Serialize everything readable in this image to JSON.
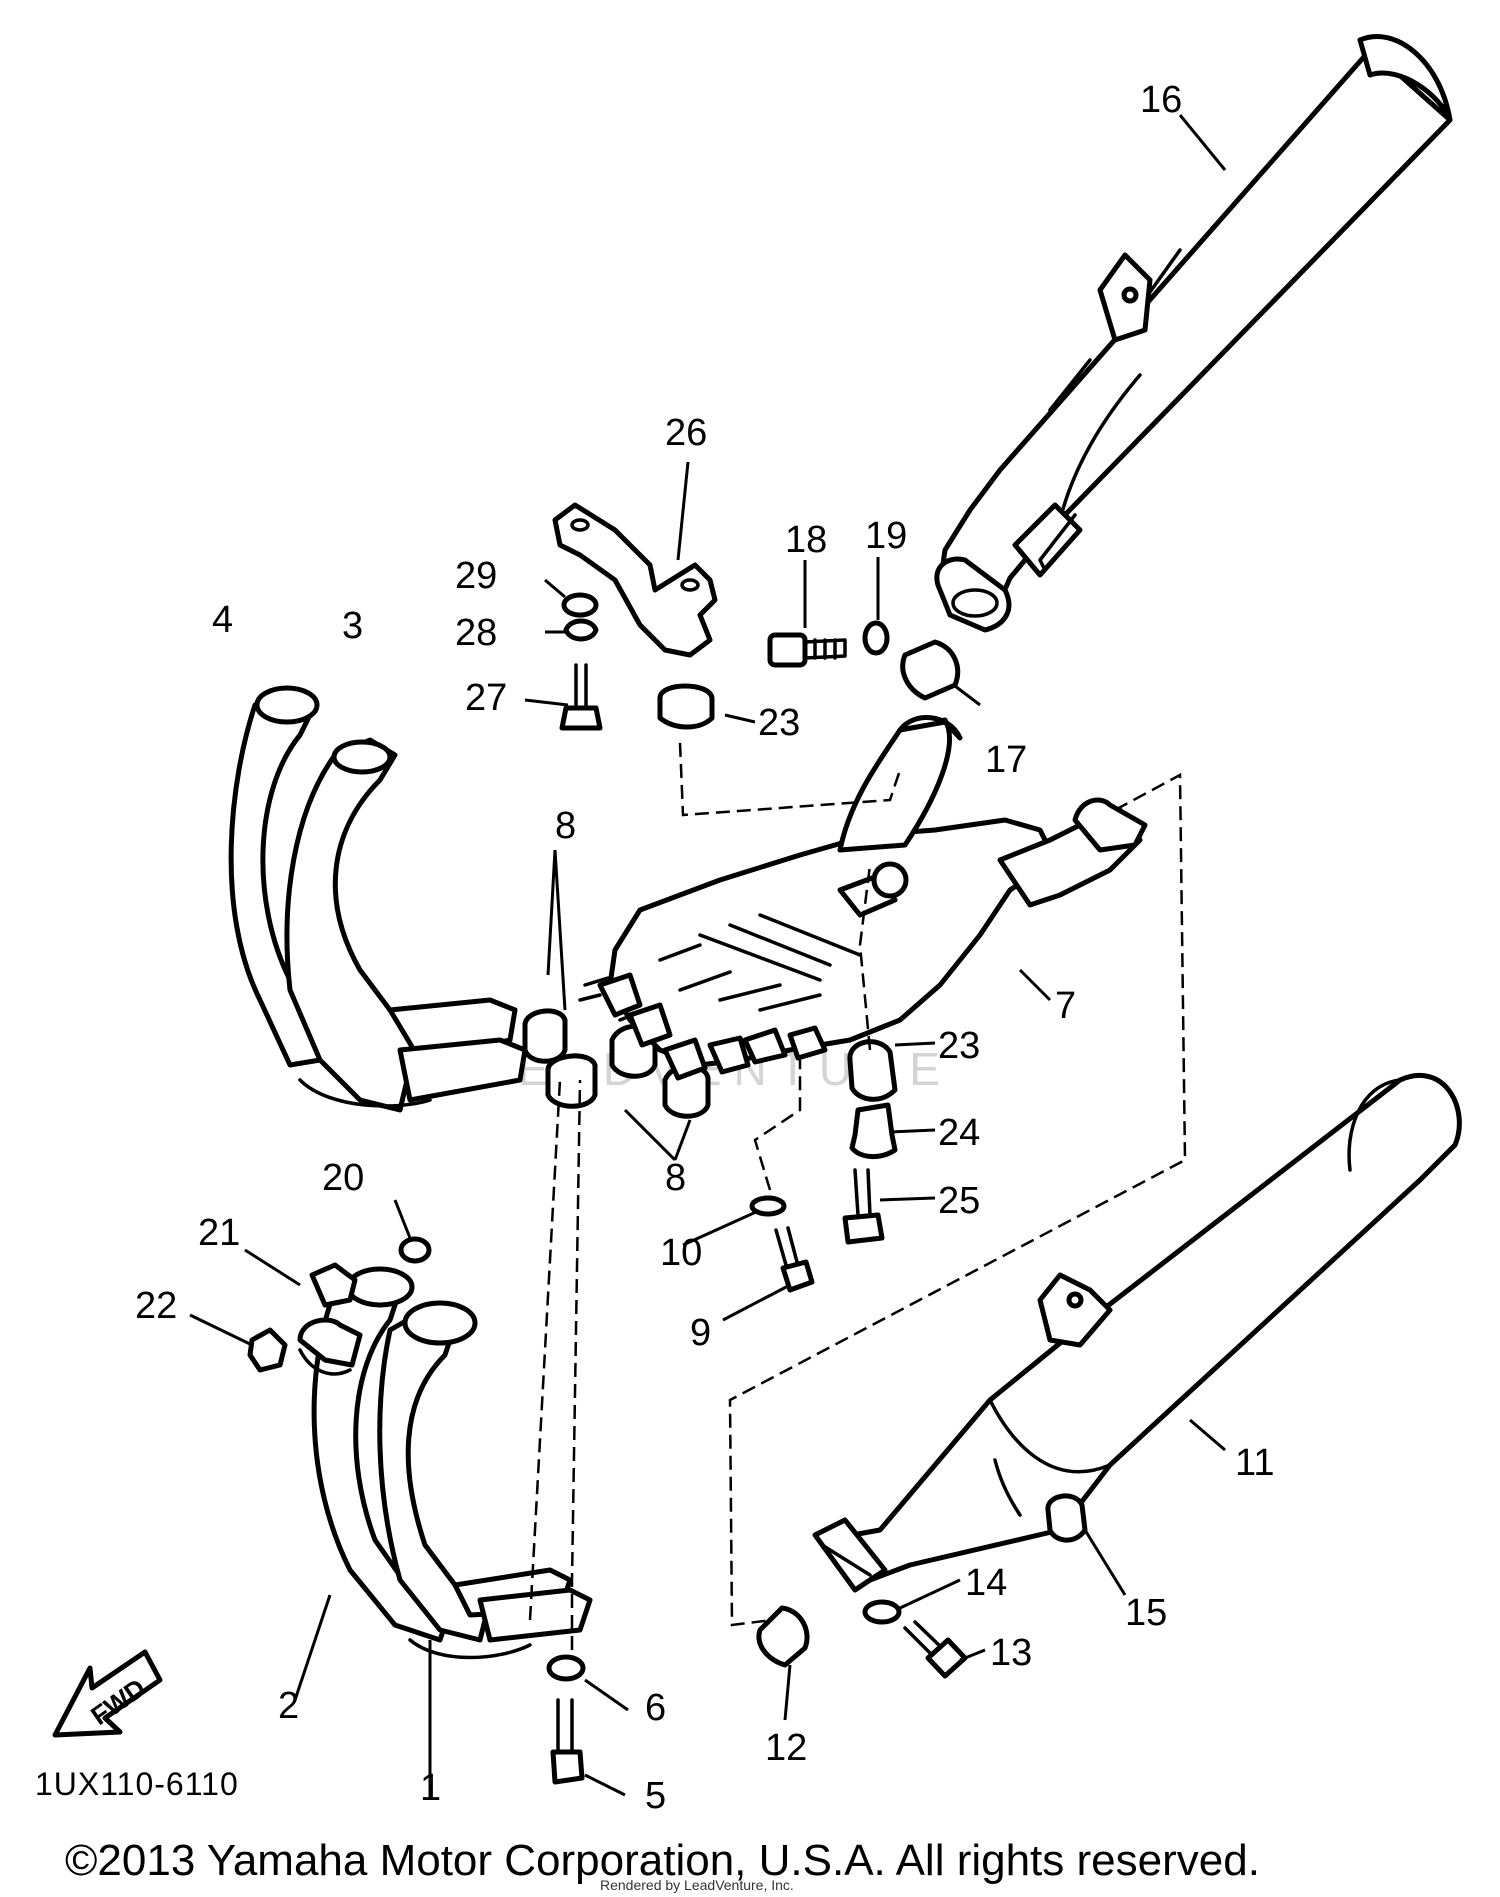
{
  "diagram": {
    "part_code": "1UX110-6110",
    "copyright": "©2013 Yamaha Motor Corporation, U.S.A. All rights reserved.",
    "rendered_by": "Rendered by LeadVenture, Inc.",
    "watermark": "LEADVENTURE",
    "fwd_label": "FWD",
    "callouts": [
      "1",
      "2",
      "3",
      "4",
      "5",
      "6",
      "7",
      "8",
      "8",
      "9",
      "10",
      "11",
      "12",
      "13",
      "14",
      "15",
      "16",
      "17",
      "18",
      "19",
      "20",
      "21",
      "22",
      "23",
      "23",
      "24",
      "25",
      "26",
      "27",
      "28",
      "29"
    ]
  }
}
